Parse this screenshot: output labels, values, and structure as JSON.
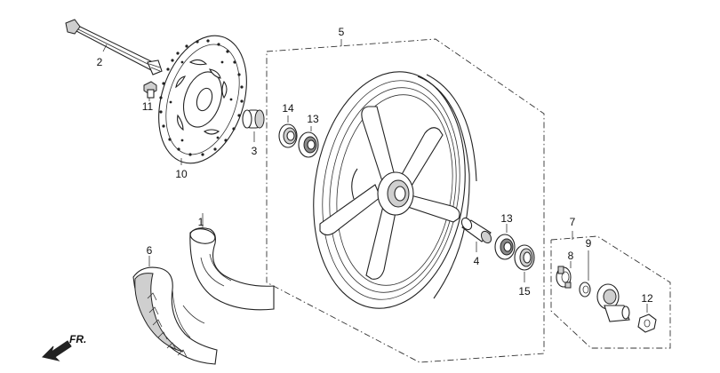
{
  "callouts": {
    "c1": "1",
    "c2": "2",
    "c3": "3",
    "c4": "4",
    "c5": "5",
    "c6": "6",
    "c7": "7",
    "c8": "8",
    "c9": "9",
    "c10": "10",
    "c11": "11",
    "c12": "12",
    "c13a": "13",
    "c13b": "13",
    "c14": "14",
    "c15": "15"
  },
  "direction": {
    "label": "FR."
  }
}
